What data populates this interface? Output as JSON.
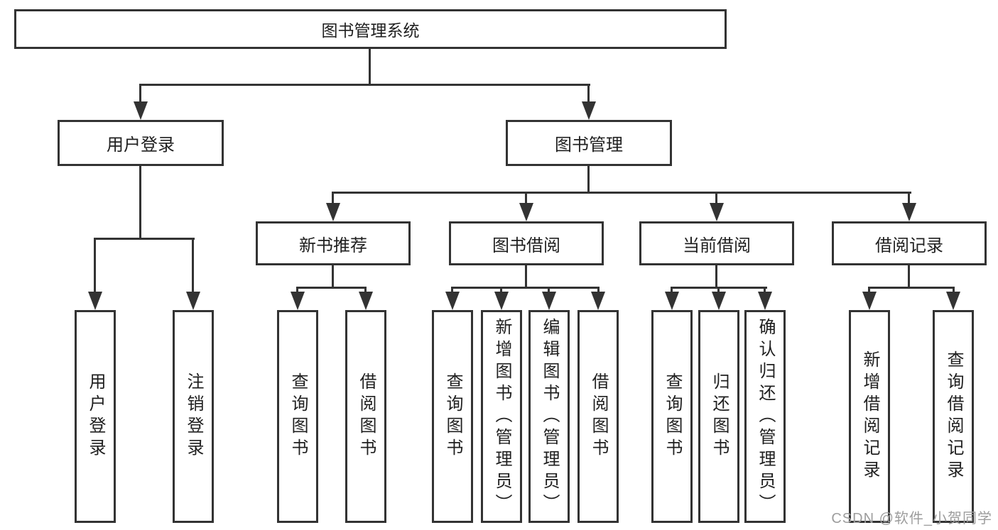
{
  "diagram": {
    "root": {
      "label": "图书管理系统"
    },
    "user_login": {
      "label": "用户登录",
      "children": [
        {
          "label": "用户登录"
        },
        {
          "label": "注销登录"
        }
      ]
    },
    "book_management": {
      "label": "图书管理",
      "sections": [
        {
          "label": "新书推荐",
          "children": [
            {
              "label": "查询图书"
            },
            {
              "label": "借阅图书"
            }
          ]
        },
        {
          "label": "图书借阅",
          "children": [
            {
              "label": "查询图书"
            },
            {
              "label": "新增图书（管理员）"
            },
            {
              "label": "编辑图书（管理员）"
            },
            {
              "label": "借阅图书"
            }
          ]
        },
        {
          "label": "当前借阅",
          "children": [
            {
              "label": "查询图书"
            },
            {
              "label": "归还图书"
            },
            {
              "label": "确认归还（管理员）"
            }
          ]
        },
        {
          "label": "借阅记录",
          "children": [
            {
              "label": "新增借阅记录"
            },
            {
              "label": "查询借阅记录"
            }
          ]
        }
      ]
    }
  },
  "watermark": {
    "text": "CSDN @软件_小贺同学"
  },
  "colors": {
    "line": "#333333",
    "text": "#1f1f1f",
    "watermark": "#9d9d9d",
    "background": "#ffffff"
  }
}
